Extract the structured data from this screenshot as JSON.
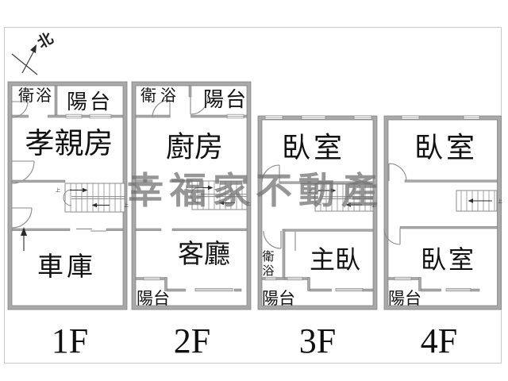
{
  "compass": {
    "label": "北"
  },
  "watermark": {
    "text": "幸福家不動產",
    "color": "#6f6f6f"
  },
  "floors": [
    {
      "label": "1F",
      "rooms": {
        "bath": "衛浴",
        "balcony": "陽台",
        "parents": "孝親房",
        "garage": "車庫"
      }
    },
    {
      "label": "2F",
      "rooms": {
        "bath": "衛 浴",
        "balcony_top": "陽台",
        "kitchen": "廚房",
        "living": "客廳",
        "balcony_bottom": "陽台"
      }
    },
    {
      "label": "3F",
      "rooms": {
        "bedroom": "臥室",
        "bath_char1": "衛",
        "bath_char2": "浴",
        "master": "主臥",
        "balcony": "陽台"
      }
    },
    {
      "label": "4F",
      "rooms": {
        "bedroom_top": "臥室",
        "bedroom_bottom": "臥室",
        "balcony": "陽台"
      }
    }
  ],
  "symbols": {
    "stairs_up": "上"
  },
  "colors": {
    "wall": "#a9a9a9",
    "wall_edge": "#787878",
    "line": "#8a8a8a",
    "text": "#121212",
    "watermark": "#6f6f6f",
    "border": "#cbcbcb",
    "background": "#ffffff"
  }
}
